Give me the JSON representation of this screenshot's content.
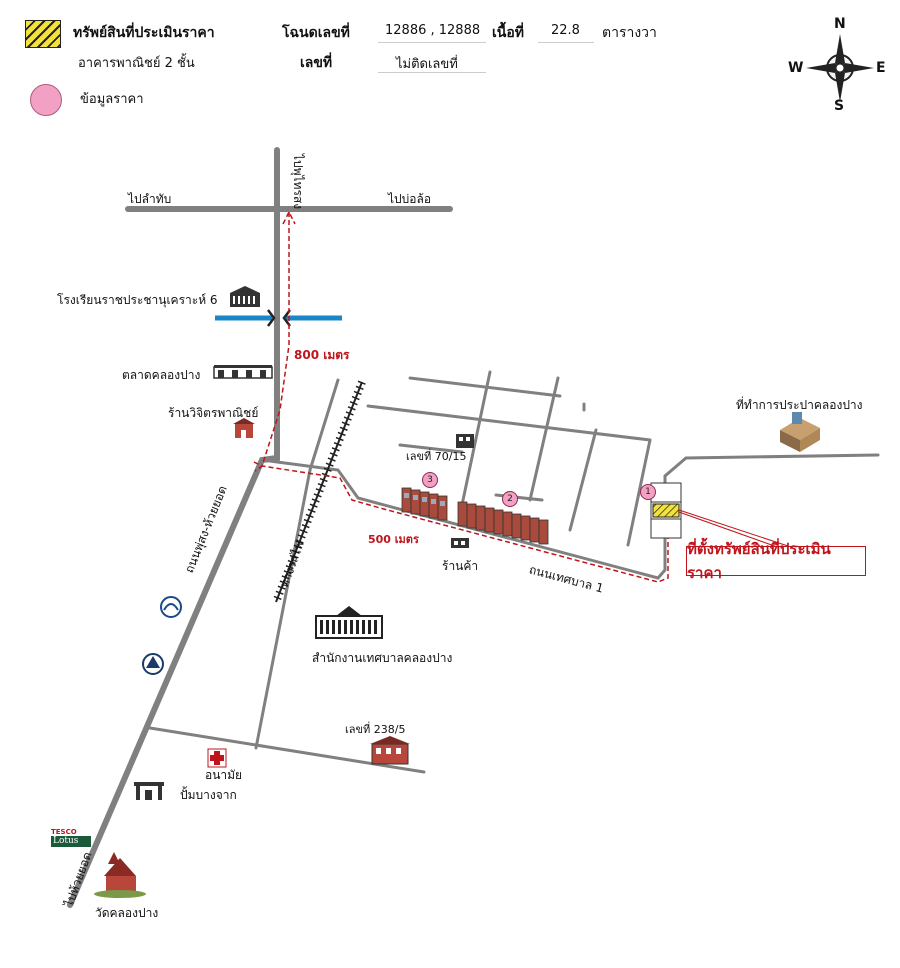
{
  "header": {
    "legend_property_label": "ทรัพย์สินที่ประเมินราคา",
    "property_type": "อาคารพาณิชย์ 2 ชั้น",
    "legend_price_label": "ข้อมูลราคา",
    "deed_label": "โฉนดเลขที่",
    "deed_numbers": "12886 , 12888",
    "house_no_label": "เลขที่",
    "house_no_value": "ไม่ติดเลขที่",
    "area_label": "เนื้อที่",
    "area_value": "22.8",
    "area_unit": "ตารางวา"
  },
  "compass": {
    "n": "N",
    "s": "S",
    "e": "E",
    "w": "W"
  },
  "map": {
    "to_phuttaisong": "ไปพุไทรสง",
    "to_lamtab": "ไปลำทับ",
    "to_borlor": "ไปบ่อล้อ",
    "school": "โรงเรียนราชประชานุเคราะห์ 6",
    "dist_800": "800 เมตร",
    "market": "ตลาดคลองปาง",
    "shop_wijit": "ร้านวิจิตรพาณิชย์",
    "main_road": "ถนนพุ่สง-ห้วยยอด",
    "house_7015": "เลขที่ 70/15",
    "dist_500": "500 เมตร",
    "railway": "ทางรถไฟ",
    "shop": "ร้านค้า",
    "tessaban_road": "ถนนเทศบาล 1",
    "municipal_office": "สำนักงานเทศบาลคลองปาง",
    "water_office": "ที่ทำการประปาคลองปาง",
    "subject_callout": "ที่ตั้งทรัพย์สินที่ประเมินราคา",
    "house_2385": "เลขที่ 238/5",
    "health_center": "อนามัย",
    "gas_station": "ปั้มบางจาก",
    "tesco_top": "TESCO",
    "tesco_bottom": "Lotus",
    "to_huaiyot": "ไปห้วยยอด",
    "temple": "วัดคลองปาง",
    "marker_1": "1",
    "marker_2": "2",
    "marker_3": "3"
  },
  "colors": {
    "road": "#808080",
    "route": "#c0141c",
    "river": "#1a86c8",
    "marker": "#f2a0c4"
  }
}
